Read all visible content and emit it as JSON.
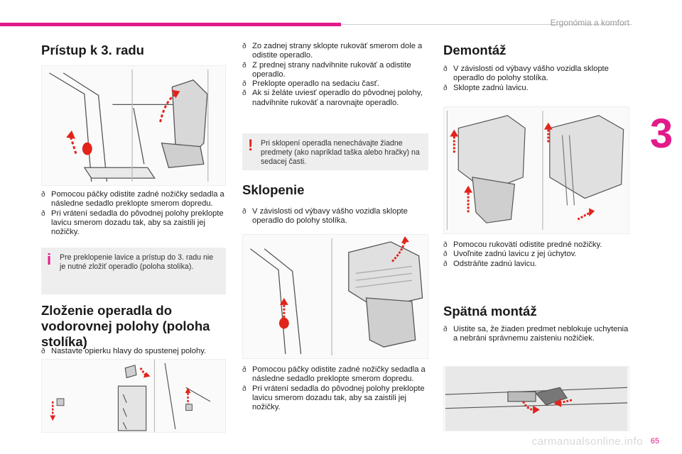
{
  "header": {
    "section_title": "Ergonómia a komfort",
    "chapter_number": "3",
    "page_number": "65",
    "watermark": "carmanualsonline.info"
  },
  "col1": {
    "title": "Prístup k 3. radu",
    "steps": [
      "Pomocou páčky odistite zadné nožičky sedadla a následne sedadlo preklopte smerom dopredu.",
      "Pri vrátení sedadla do pôvodnej polohy preklopte lavicu smerom dozadu tak, aby sa zaistili jej nožičky."
    ],
    "note": "Pre preklopenie lavice a prístup do 3. radu nie je nutné zložiť operadlo (poloha stolíka).",
    "title2": "Zloženie operadla do vodorovnej polohy (poloha stolíka)",
    "steps2": [
      "Nastavte opierku hlavy do spustenej polohy."
    ]
  },
  "col2": {
    "steps": [
      "Zo zadnej strany sklopte rukoväť smerom dole a odistite operadlo.",
      "Z prednej strany nadvihnite rukoväť a odistite operadlo.",
      "Preklopte operadlo na sedaciu časť.",
      "Ak si želáte uviesť operadlo do pôvodnej polohy, nadvihnite rukoväť a narovnajte operadlo."
    ],
    "warning": "Pri sklopení operadla nenechávajte žiadne predmety (ako napríklad taška alebo hračky) na sedacej časti.",
    "title": "Sklopenie",
    "steps2": [
      "V závislosti od výbavy vášho vozidla sklopte operadlo do polohy stolíka."
    ],
    "steps3": [
      "Pomocou páčky odistite zadné nožičky sedadla a následne sedadlo preklopte smerom dopredu.",
      "Pri vrátení sedadla do pôvodnej polohy preklopte lavicu smerom dozadu tak, aby sa zaistili jej nožičky."
    ]
  },
  "col3": {
    "title": "Demontáž",
    "steps": [
      "V závislosti od výbavy vášho vozidla sklopte operadlo do polohy stolíka.",
      "Sklopte zadnú lavicu."
    ],
    "steps2": [
      "Pomocou rukovätí odistite predné nožičky.",
      "Uvoľnite zadnú lavicu z jej úchytov.",
      "Odstráňte zadnú lavicu."
    ],
    "title2": "Spätná montáž",
    "steps3": [
      "Uistite sa, že žiaden predmet neblokuje uchytenia a nebráni správnemu zaisteniu nožičiek."
    ]
  },
  "icons": {
    "info": "info-icon",
    "warning": "warning-icon"
  },
  "colors": {
    "accent": "#e21a8a",
    "note_bg": "#eeeeee",
    "arrow": "#e2231a"
  }
}
